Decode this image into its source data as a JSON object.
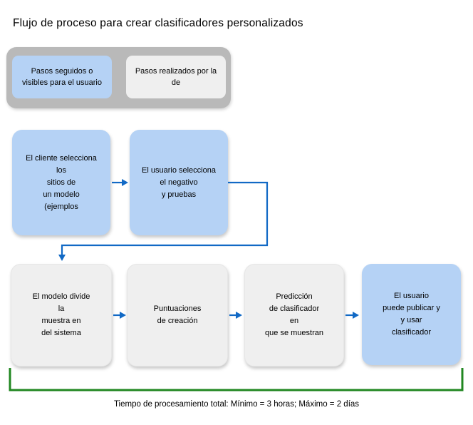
{
  "page": {
    "title": "Flujo de proceso para crear clasificadores personalizados"
  },
  "legend": {
    "items": [
      {
        "id": "user-steps",
        "style": "blue",
        "lines": [
          "Pasos seguidos o",
          "visibles para el usuario"
        ]
      },
      {
        "id": "system-steps",
        "style": "gray",
        "lines": [
          "Pasos realizados por la",
          "de"
        ]
      }
    ]
  },
  "flow": {
    "row1": [
      {
        "style": "blue",
        "lines": [
          "El cliente selecciona",
          "los",
          "sitios de",
          "un modelo",
          "(ejemplos"
        ]
      },
      {
        "style": "blue",
        "lines": [
          "El usuario selecciona",
          "el negativo",
          "y pruebas"
        ]
      }
    ],
    "row2": [
      {
        "style": "gray",
        "lines": [
          "El modelo divide",
          "la",
          "muestra en",
          "del sistema"
        ]
      },
      {
        "style": "gray",
        "lines": [
          "Puntuaciones",
          "de creación"
        ]
      },
      {
        "style": "gray",
        "lines": [
          "Predicción",
          "de clasificador",
          "en",
          "que se muestran"
        ]
      },
      {
        "style": "blue",
        "lines": [
          "El usuario",
          "puede publicar y",
          "y usar",
          "clasificador"
        ]
      }
    ]
  },
  "footer": {
    "caption": "Tiempo de procesamiento total: Mínimo = 3 horas; Máximo = 2 días"
  },
  "colors": {
    "user_step_fill": "#b5d2f5",
    "system_step_fill": "#efefef",
    "legend_background": "#b9b9b9",
    "connector_blue": "#1169c5",
    "bracket_green": "#218721"
  }
}
